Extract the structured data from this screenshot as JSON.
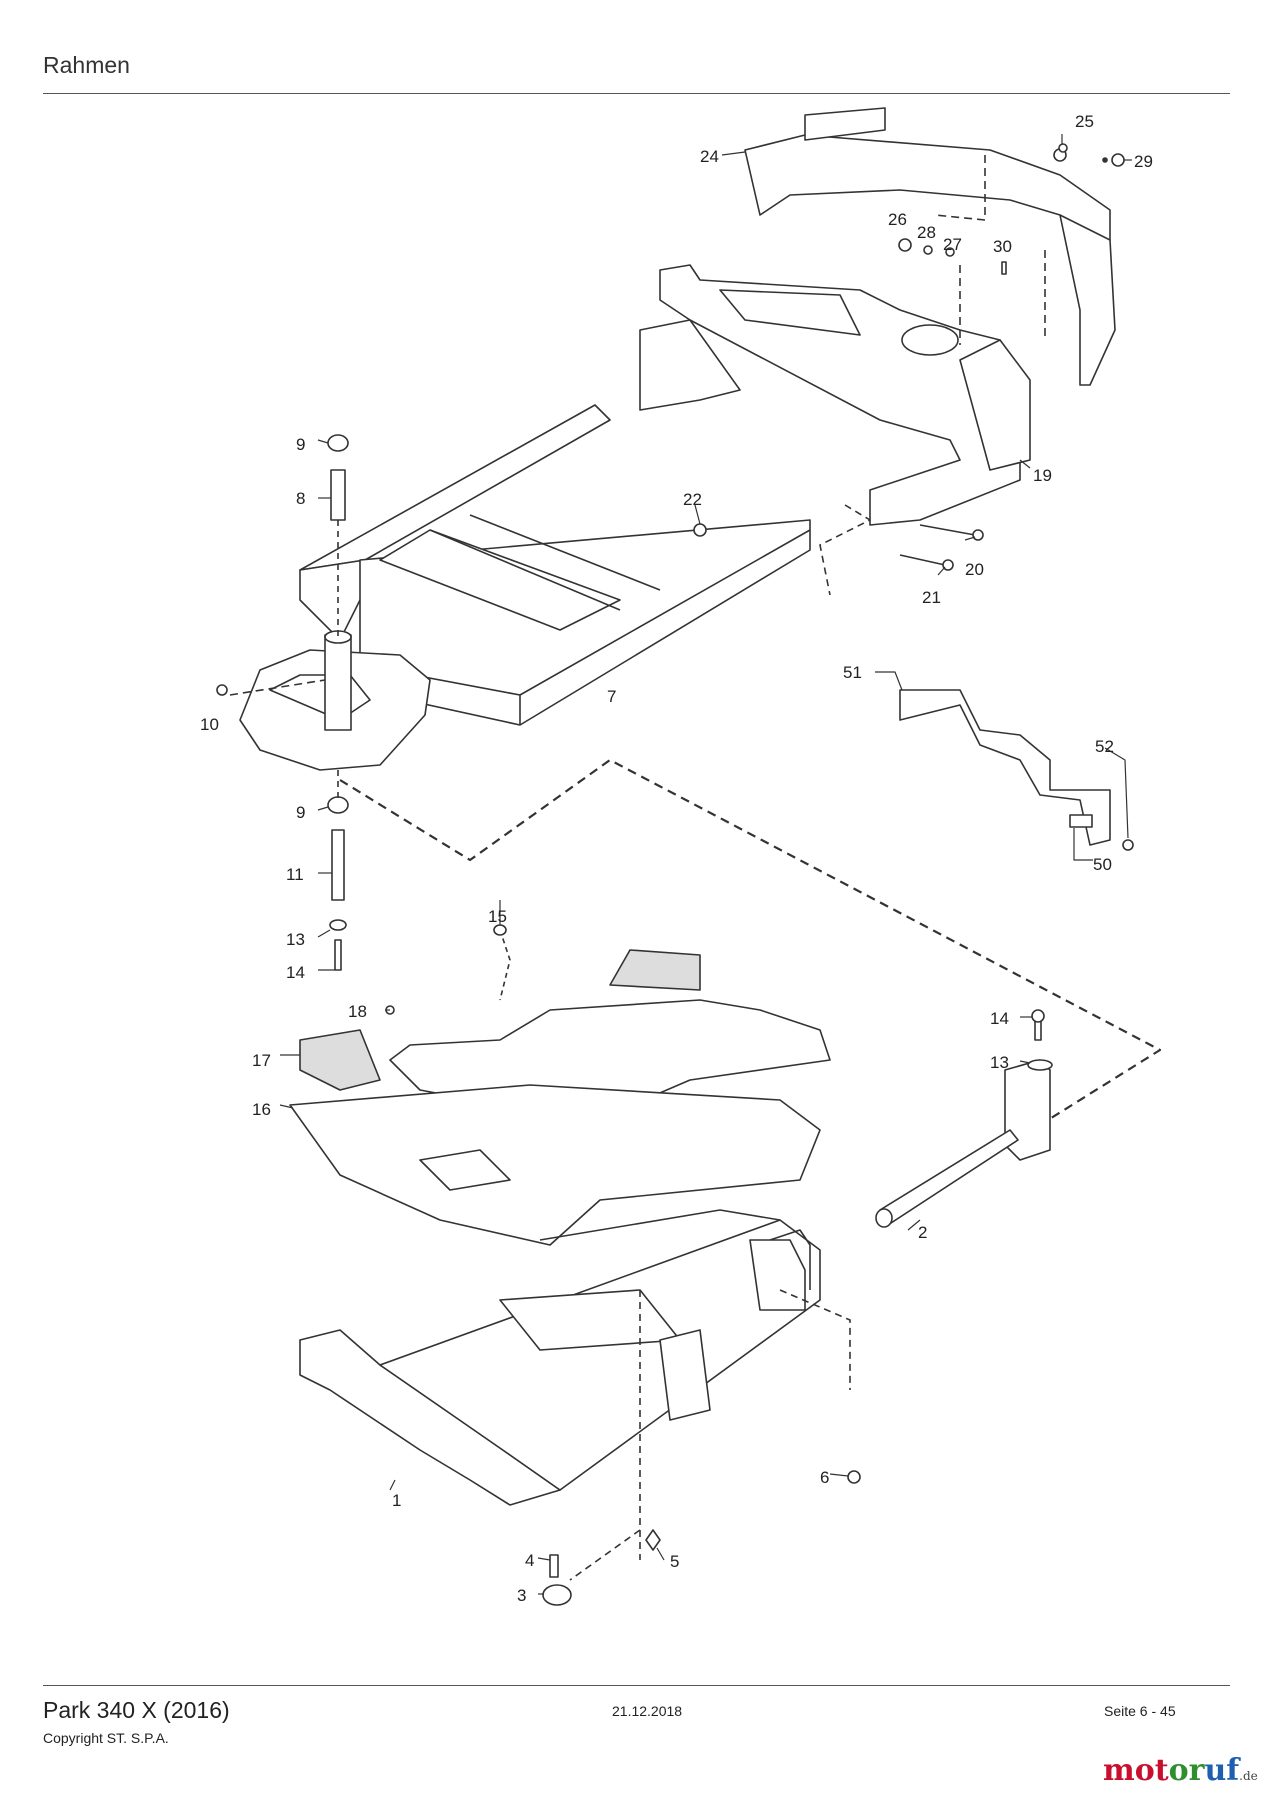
{
  "header": {
    "title": "Rahmen"
  },
  "footer": {
    "model": "Park 340 X (2016)",
    "copyright": "Copyright ST. S.P.A.",
    "date": "21.12.2018",
    "page": "Seite 6 - 45"
  },
  "logo": {
    "part1": "mot",
    "part2": "or",
    "part3": "uf",
    "tld": ".de"
  },
  "callouts": {
    "c1": "1",
    "c2": "2",
    "c3": "3",
    "c4": "4",
    "c5": "5",
    "c6": "6",
    "c7": "7",
    "c8": "8",
    "c9a": "9",
    "c9b": "9",
    "c10": "10",
    "c11": "11",
    "c13a": "13",
    "c13b": "13",
    "c14a": "14",
    "c14b": "14",
    "c15": "15",
    "c16": "16",
    "c17": "17",
    "c18": "18",
    "c19": "19",
    "c20": "20",
    "c21": "21",
    "c22": "22",
    "c24": "24",
    "c25": "25",
    "c26": "26",
    "c27": "27",
    "c28": "28",
    "c29": "29",
    "c30": "30",
    "c50": "50",
    "c51": "51",
    "c52": "52"
  }
}
